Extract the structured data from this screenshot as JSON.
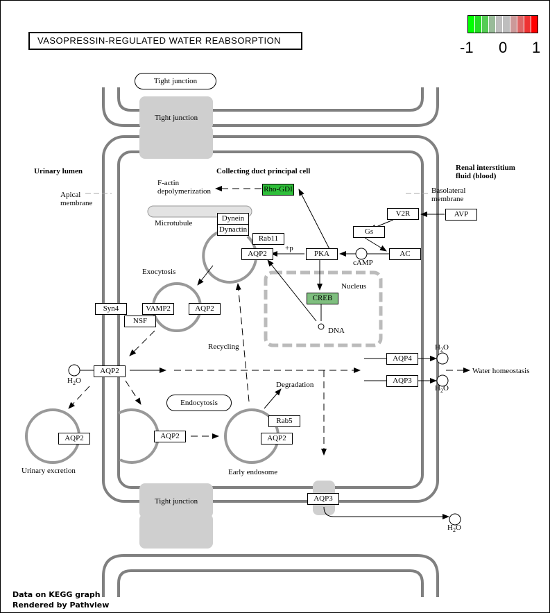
{
  "title": "VASOPRESSIN-REGULATED WATER REABSORPTION",
  "legend": {
    "min": "-1",
    "mid": "0",
    "max": "1",
    "colors": [
      "#00ff00",
      "#22dd22",
      "#55cc55",
      "#99bb99",
      "#bebebe",
      "#bebebe",
      "#cc9999",
      "#dd6666",
      "#ee3333",
      "#ff0000"
    ]
  },
  "regions": {
    "urinary_lumen": "Urinary lumen",
    "collecting_duct": "Collecting duct principal cell",
    "renal_interstitium": "Renal interstitium fluid (blood)",
    "apical_membrane": "Apical membrane",
    "basolateral_membrane": "Basolateral membrane"
  },
  "labels": {
    "tight_junction": "Tight junction",
    "f_actin": "F-actin depolymerization",
    "microtubule": "Microtubule",
    "exocytosis": "Exocytosis",
    "recycling": "Recycling",
    "degradation": "Degradation",
    "endocytosis": "Endocytosis",
    "early_endosome": "Early endosome",
    "urinary_excretion": "Urinary excretion",
    "nucleus": "Nucleus",
    "dna": "DNA",
    "camp": "cAMP",
    "plus_p": "+p",
    "water_homeostasis": "Water homeostasis",
    "h2o": "H",
    "h2o_sub": "2",
    "h2o_o": "O"
  },
  "nodes": {
    "rho_gdi": "Rho-GDI",
    "dynein": "Dynein",
    "dynactin": "Dynactin",
    "rab11": "Rab11",
    "aqp2": "AQP2",
    "pka": "PKA",
    "creb": "CREB",
    "v2r": "V2R",
    "avp": "AVP",
    "gs": "Gs",
    "ac": "AC",
    "syn4": "Syn4",
    "vamp2": "VAMP2",
    "nsf": "NSF",
    "aqp4": "AQP4",
    "aqp3": "AQP3",
    "rab5": "Rab5"
  },
  "colors": {
    "rho_gdi_fill": "#2fbf3a",
    "creb_fill": "#7fbf7f"
  },
  "footer": {
    "line1": "Data on KEGG graph",
    "line2": "Rendered by Pathview"
  }
}
